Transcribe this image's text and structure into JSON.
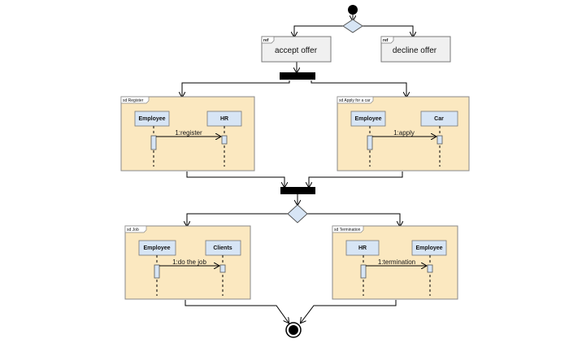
{
  "refs": {
    "accept": {
      "tag": "ref",
      "label": "accept offer"
    },
    "decline": {
      "tag": "ref",
      "label": "decline offer"
    }
  },
  "frames": {
    "register": {
      "tag": "sd Register",
      "left": "Employee",
      "right": "HR",
      "message": "1:register"
    },
    "apply": {
      "tag": "sd Apply for a car",
      "left": "Employee",
      "right": "Car",
      "message": "1:apply"
    },
    "job": {
      "tag": "sd Job",
      "left": "Employee",
      "right": "Clients",
      "message": "1:do the job"
    },
    "termination": {
      "tag": "sd Termination",
      "left": "HR",
      "right": "Employee",
      "message": "1:termination"
    }
  },
  "colors": {
    "frame_fill": "#fbe8c0",
    "lifeline_fill": "#d7e5f5",
    "ref_fill": "#f0f0f0",
    "decision_fill": "#d7e5f5",
    "bar": "#000000"
  }
}
